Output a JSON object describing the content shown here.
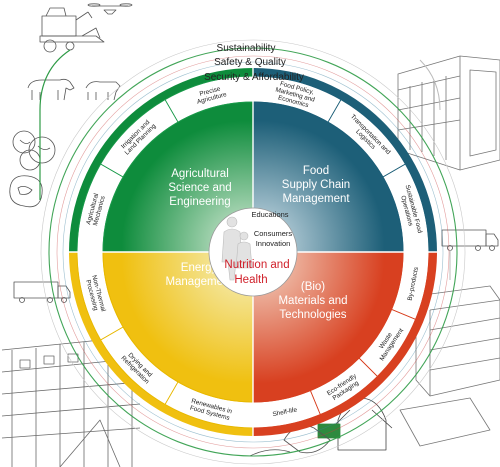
{
  "rings": [
    {
      "id": "sustainability",
      "label": "Sustainability",
      "color": "#2e9b46"
    },
    {
      "id": "safety",
      "label": "Safety & Quality",
      "color": "#c83c3c"
    },
    {
      "id": "security",
      "label": "Security & Affordability",
      "color": "#3a7fa0"
    }
  ],
  "quadrants": [
    {
      "id": "ag",
      "title_lines": [
        "Agricultural",
        "Science and",
        "Engineering"
      ],
      "gradient": [
        "#0e8c3c",
        "#d8ebd8"
      ],
      "band_color": "#ffffff",
      "band_stroke": "#1a9a4a",
      "sub": [
        {
          "lines": [
            "Agricultural",
            "Mechanics"
          ]
        },
        {
          "lines": [
            "Irrigation and",
            "Land Planning"
          ]
        },
        {
          "lines": [
            "Precise",
            "Agriculture"
          ]
        }
      ]
    },
    {
      "id": "food",
      "title_lines": [
        "Food",
        "Supply Chain",
        "Management"
      ],
      "gradient": [
        "#1d5f78",
        "#d2e2ea"
      ],
      "band_color": "#ffffff",
      "band_stroke": "#1d5f78",
      "sub": [
        {
          "lines": [
            "Food Policy,",
            "Marketing and",
            "Economics"
          ]
        },
        {
          "lines": [
            "Transportation and",
            "Logistics"
          ]
        },
        {
          "lines": [
            "Sustainable Food",
            "Operations"
          ]
        }
      ]
    },
    {
      "id": "bio",
      "title_lines": [
        "(Bio)",
        "Materials and",
        "Technologies"
      ],
      "gradient": [
        "#d84020",
        "#f3d7c6"
      ],
      "band_color": "#ffffff",
      "band_stroke": "#d84020",
      "sub": [
        {
          "lines": [
            "By-products"
          ]
        },
        {
          "lines": [
            "Waste",
            "Management"
          ]
        },
        {
          "lines": [
            "Eco-friendly",
            "Packaging"
          ]
        },
        {
          "lines": [
            "Shelf-life"
          ]
        }
      ]
    },
    {
      "id": "energy",
      "title_lines": [
        "Energy",
        "Management"
      ],
      "gradient": [
        "#f0c010",
        "#f5f0c0"
      ],
      "band_color": "#ffffff",
      "band_stroke": "#e8b800",
      "sub": [
        {
          "lines": [
            "Renewables in",
            "Food Systems"
          ]
        },
        {
          "lines": [
            "Drying and",
            "Refrigeration"
          ]
        },
        {
          "lines": [
            "Non-Thermal",
            "Processing"
          ]
        }
      ]
    }
  ],
  "center": {
    "educations": "Educations",
    "consumers": "Consumers",
    "innovation": "Innovation",
    "title_lines": [
      "Nutrition and",
      "Health"
    ],
    "title_color": "#d0202a"
  },
  "icons": [
    "harvester-icon",
    "drone-icon",
    "cow-icon",
    "fruit-icon",
    "meat-icon",
    "truck-icon",
    "warehouse-shelves-icon",
    "cargo-container-icon",
    "worker-icon",
    "hands-icon"
  ]
}
